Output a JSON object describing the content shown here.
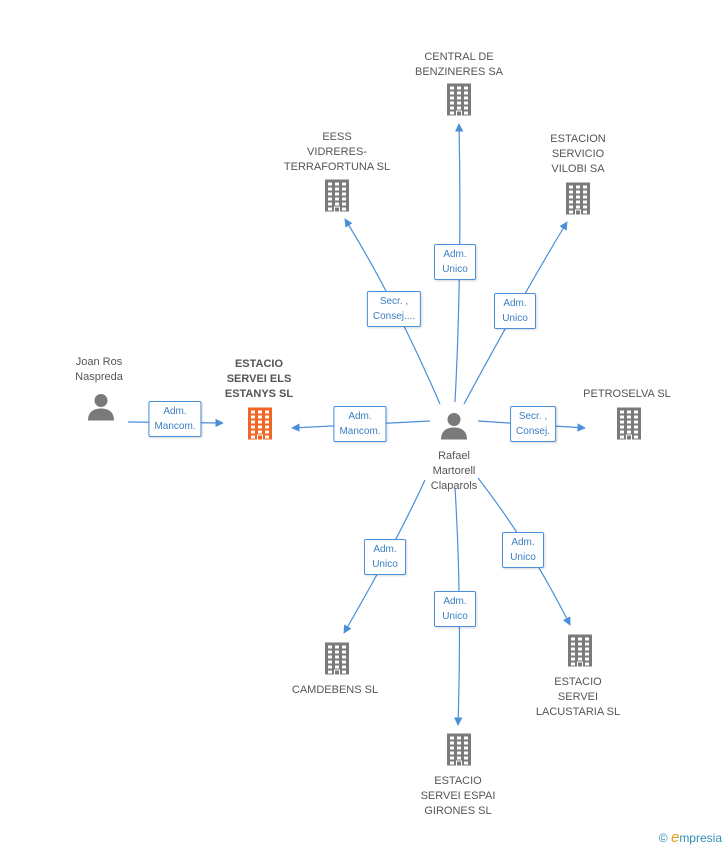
{
  "nodes": [
    {
      "id": "central",
      "kind": "company",
      "label": "CENTRAL DE\nBENZINERES SA",
      "focus": false
    },
    {
      "id": "eess",
      "kind": "company",
      "label": "EESS\nVIDRERES-\nTERRAFORTUNA SL",
      "focus": false
    },
    {
      "id": "vilobi",
      "kind": "company",
      "label": "ESTACION\nSERVICIO\nVILOBI SA",
      "focus": false
    },
    {
      "id": "joan",
      "kind": "person",
      "label": "Joan Ros\nNaspreda",
      "focus": false
    },
    {
      "id": "estanys",
      "kind": "company",
      "label": "ESTACIO\nSERVEI ELS\nESTANYS SL",
      "focus": true
    },
    {
      "id": "rafael",
      "kind": "person",
      "label": "Rafael\nMartorell\nClaparols",
      "focus": false
    },
    {
      "id": "petroselva",
      "kind": "company",
      "label": "PETROSELVA SL",
      "focus": false
    },
    {
      "id": "camdebens",
      "kind": "company",
      "label": "CAMDEBENS SL",
      "focus": false
    },
    {
      "id": "espai",
      "kind": "company",
      "label": "ESTACIO\nSERVEI ESPAI\nGIRONES SL",
      "focus": false
    },
    {
      "id": "lacustaria",
      "kind": "company",
      "label": "ESTACIO\nSERVEI\nLACUSTARIA SL",
      "focus": false
    }
  ],
  "edges": [
    {
      "from": "rafael",
      "to": "central",
      "label": "Adm.\nUnico"
    },
    {
      "from": "rafael",
      "to": "eess",
      "label": "Secr. ,\nConsej...."
    },
    {
      "from": "rafael",
      "to": "vilobi",
      "label": "Adm.\nUnico"
    },
    {
      "from": "joan",
      "to": "estanys",
      "label": "Adm.\nMancom."
    },
    {
      "from": "rafael",
      "to": "estanys",
      "label": "Adm.\nMancom."
    },
    {
      "from": "rafael",
      "to": "petroselva",
      "label": "Secr. ,\nConsej."
    },
    {
      "from": "rafael",
      "to": "camdebens",
      "label": "Adm.\nUnico"
    },
    {
      "from": "rafael",
      "to": "espai",
      "label": "Adm.\nUnico"
    },
    {
      "from": "rafael",
      "to": "lacustaria",
      "label": "Adm.\nUnico"
    }
  ],
  "colors": {
    "edge": "#4a8fd8",
    "company": "#7a7a7a",
    "focus_company": "#f26522",
    "person": "#7a7a7a"
  },
  "footer": {
    "copyright_symbol": "©",
    "brand_initial": "e",
    "brand_rest": "mpresia"
  }
}
